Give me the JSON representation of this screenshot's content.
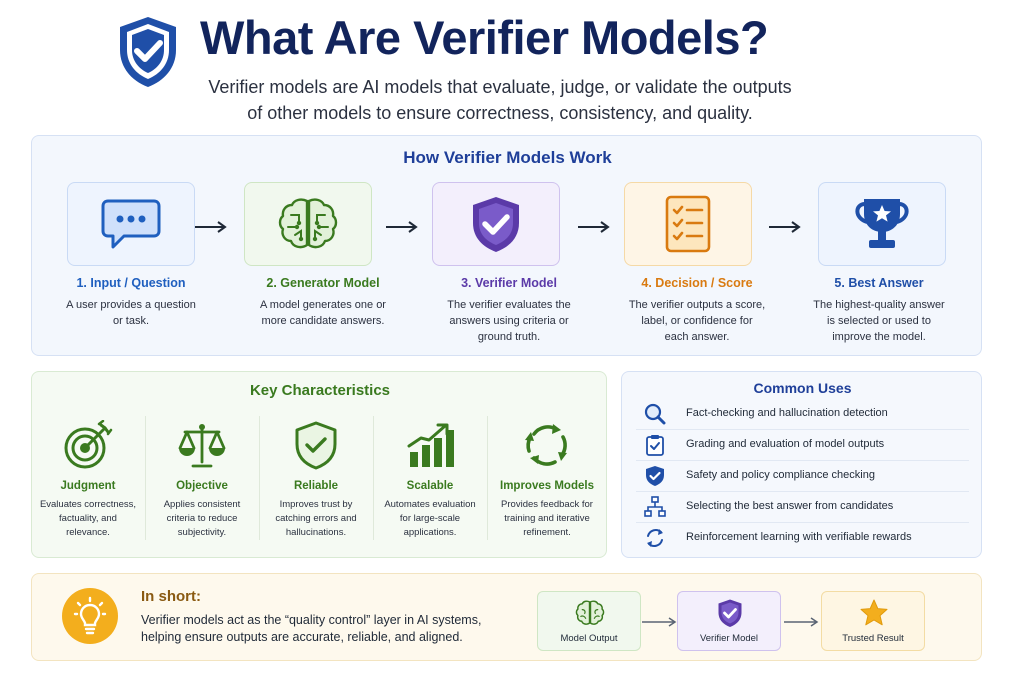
{
  "header": {
    "title": "What Are Verifier Models?",
    "subtitle_line1": "Verifier models are AI models that evaluate, judge, or validate the outputs",
    "subtitle_line2": "of other models to ensure correctness, consistency, and quality."
  },
  "how": {
    "title": "How Verifier Models Work",
    "steps": [
      {
        "label": "1. Input / Question",
        "desc": [
          "A user provides a question",
          "or task."
        ],
        "icon": "chat-bubble-icon",
        "color": "#1f5fbf"
      },
      {
        "label": "2. Generator Model",
        "desc": [
          "A model generates one or",
          "more candidate answers."
        ],
        "icon": "brain-circuit-icon",
        "color": "#3a7a1f"
      },
      {
        "label": "3. Verifier Model",
        "desc": [
          "The verifier evaluates the",
          "answers using criteria or",
          "ground truth."
        ],
        "icon": "shield-check-icon",
        "color": "#5b3aa8"
      },
      {
        "label": "4. Decision / Score",
        "desc": [
          "The verifier outputs a score,",
          "label, or confidence for",
          "each answer."
        ],
        "icon": "checklist-icon",
        "color": "#d97a10"
      },
      {
        "label": "5. Best Answer",
        "desc": [
          "The highest-quality answer",
          "is selected or used to",
          "improve the model."
        ],
        "icon": "trophy-icon",
        "color": "#1f4fa8"
      }
    ]
  },
  "key": {
    "title": "Key Characteristics",
    "items": [
      {
        "label": "Judgment",
        "desc": [
          "Evaluates correctness,",
          "factuality, and",
          "relevance."
        ],
        "icon": "target-icon"
      },
      {
        "label": "Objective",
        "desc": [
          "Applies consistent",
          "criteria to reduce",
          "subjectivity."
        ],
        "icon": "scales-icon"
      },
      {
        "label": "Reliable",
        "desc": [
          "Improves trust by",
          "catching errors and",
          "hallucinations."
        ],
        "icon": "shield-check-outline-icon"
      },
      {
        "label": "Scalable",
        "desc": [
          "Automates evaluation",
          "for large-scale",
          "applications."
        ],
        "icon": "growth-chart-icon"
      },
      {
        "label": "Improves Models",
        "desc": [
          "Provides feedback for",
          "training and iterative",
          "refinement."
        ],
        "icon": "refresh-cycle-icon"
      }
    ]
  },
  "uses": {
    "title": "Common Uses",
    "items": [
      {
        "text": "Fact-checking and hallucination detection",
        "icon": "magnifier-icon"
      },
      {
        "text": "Grading and evaluation of model outputs",
        "icon": "clipboard-check-icon"
      },
      {
        "text": "Safety and policy compliance checking",
        "icon": "shield-check-icon"
      },
      {
        "text": "Selecting the best answer from candidates",
        "icon": "hierarchy-icon"
      },
      {
        "text": "Reinforcement learning with verifiable rewards",
        "icon": "refresh-icon"
      }
    ]
  },
  "short": {
    "title": "In short:",
    "line1": "Verifier models act as the “quality control” layer in AI systems,",
    "line2": "helping ensure outputs are accurate, reliable, and aligned.",
    "flow": [
      {
        "label": "Model Output",
        "icon": "brain-icon"
      },
      {
        "label": "Verifier Model",
        "icon": "shield-check-icon"
      },
      {
        "label": "Trusted Result",
        "icon": "star-icon"
      }
    ]
  },
  "colors": {
    "navy": "#12245c",
    "blue": "#1f4fa8",
    "green": "#3a7a1f",
    "purple": "#5b3aa8",
    "orange": "#d97a10",
    "amber": "#f3ae1d"
  }
}
